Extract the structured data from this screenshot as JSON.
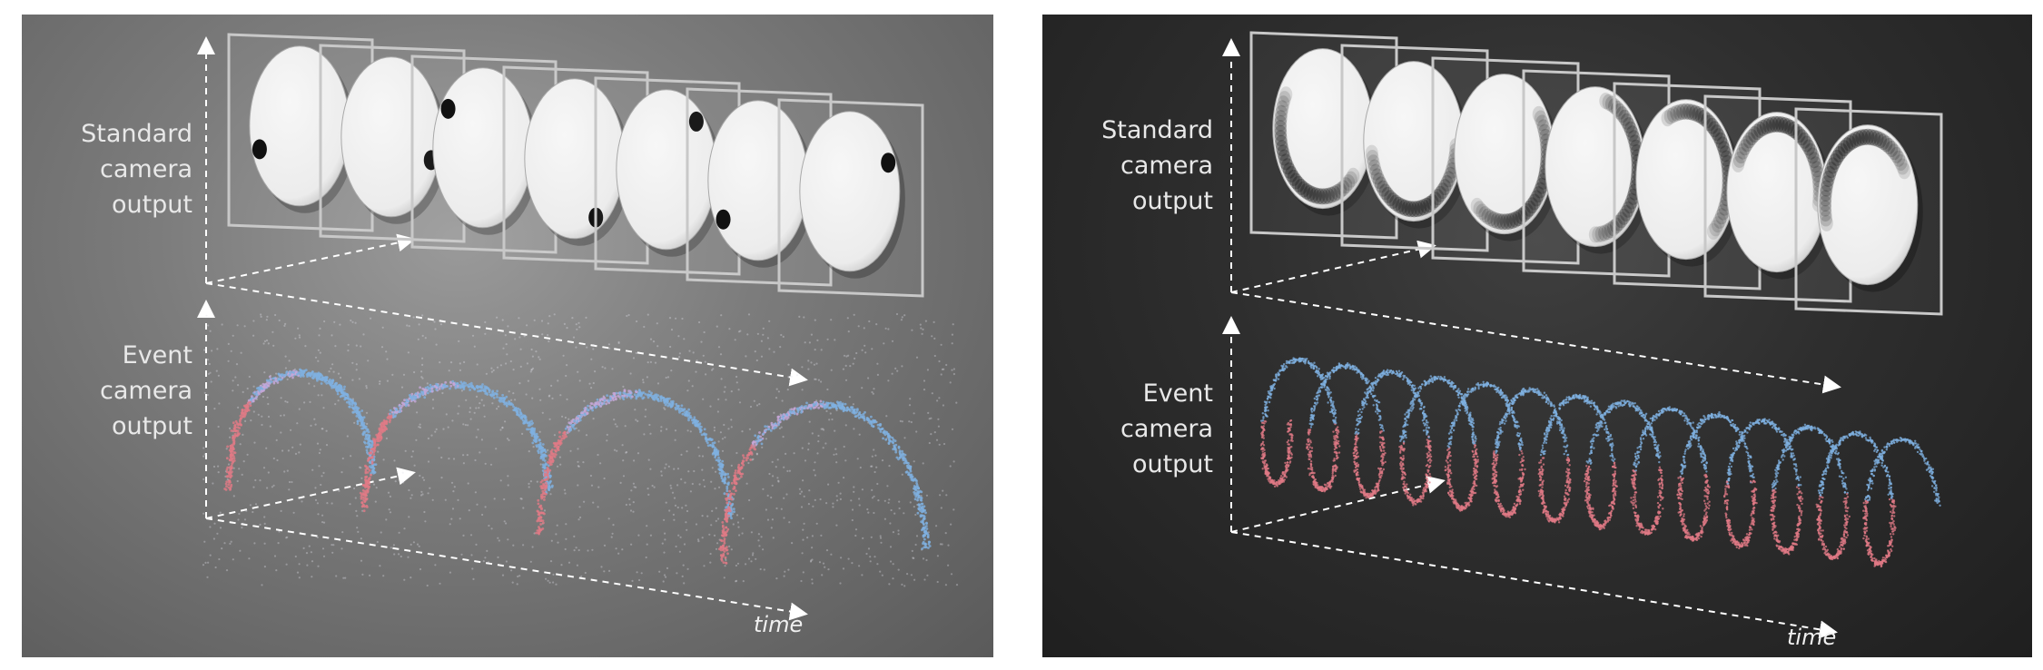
{
  "panels": [
    {
      "variant": "rotating disk with single dot, slow",
      "labels": {
        "standard": [
          "Standard",
          "camera",
          "output"
        ],
        "event": [
          "Event",
          "camera",
          "output"
        ],
        "time": "time"
      },
      "frames": 7,
      "event_pattern": "arcs"
    },
    {
      "variant": "rotating disk with single dot, fast (motion blur)",
      "labels": {
        "standard": [
          "Standard",
          "camera",
          "output"
        ],
        "event": [
          "Event",
          "camera",
          "output"
        ],
        "time": "time"
      },
      "frames": 7,
      "event_pattern": "helix"
    }
  ],
  "colors": {
    "left_background": "#7c7c7c",
    "right_background": "#2b2b2b",
    "frame_outline": "#c8c8c8",
    "disk": "#ececec",
    "dot": "#111111",
    "positive_event": "#7fb0e0",
    "negative_event": "#e07a86",
    "axis": "#ffffff"
  }
}
